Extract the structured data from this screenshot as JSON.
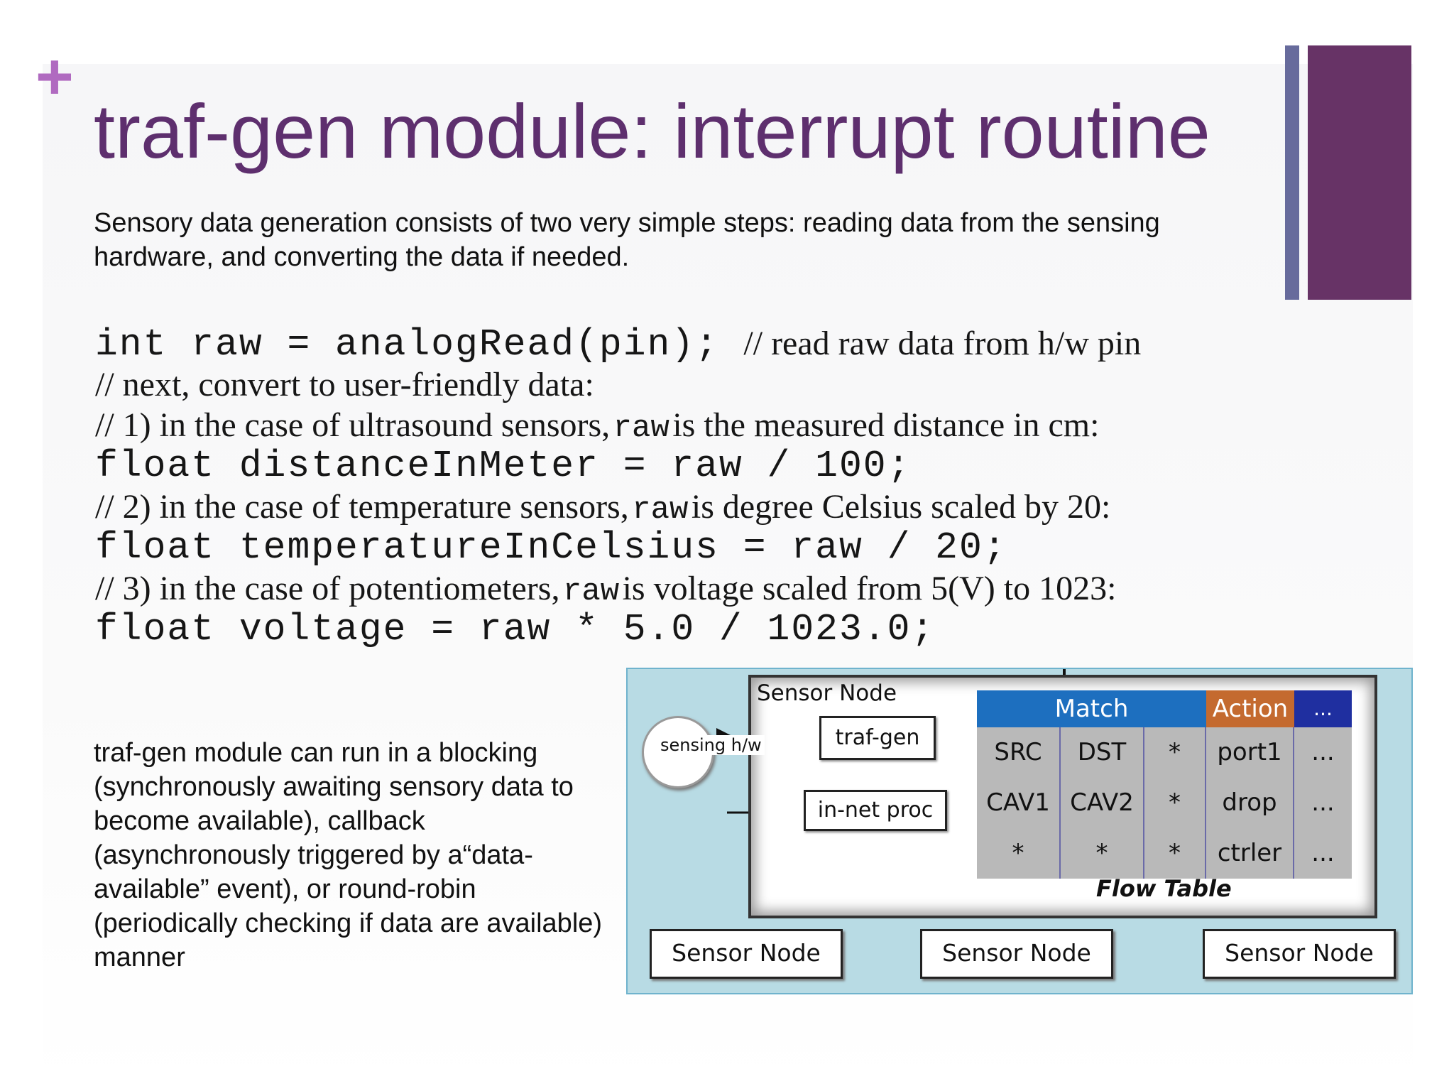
{
  "slide": {
    "plus_symbol": "+",
    "title": "traf-gen module:  interrupt routine",
    "intro": "Sensory data generation consists of two very simple steps: reading data from the sensing hardware, and converting the data if needed.",
    "colors": {
      "title": "#5e2f6e",
      "plus": "#b06ac0",
      "bar_thin": "#676b9c",
      "bar_thick": "#673366"
    }
  },
  "code": {
    "line1_code": "int raw = analogRead(pin);",
    "line1_comment": "// read raw data from h/w pin",
    "line2_comment": "// next, convert to user-friendly data:",
    "line3_comment_a": "// 1) in the case of ultrasound sensors,",
    "line3_code": "raw",
    "line3_comment_b": "is the measured distance in cm:",
    "line4_code": "float distanceInMeter = raw / 100;",
    "line5_comment_a": "// 2) in the case of temperature sensors,",
    "line5_code": "raw",
    "line5_comment_b": "is degree Celsius scaled by 20:",
    "line6_code": "float temperatureInCelsius = raw / 20;",
    "line7_comment_a": "// 3) in the case of potentiometers,",
    "line7_code": "raw",
    "line7_comment_b": "is voltage scaled from 5(V) to 1023:",
    "line8_code": "float voltage = raw * 5.0 / 1023.0;"
  },
  "left_text": "traf-gen module can run in a blocking (synchronously awaiting sensory data to become available), callback (asynchronously triggered by a“data-available” event), or round-robin (periodically checking if data are available) manner",
  "figure": {
    "node_title": "Sensor Node",
    "sensing": "sensing h/w",
    "traf_gen": "traf-gen",
    "in_net_proc": "in-net proc",
    "flow_table": {
      "header_match": "Match",
      "header_action": "Action",
      "header_more": "...",
      "rows": [
        {
          "src": "SRC",
          "dst": "DST",
          "other": "*",
          "action": "port1",
          "more": "..."
        },
        {
          "src": "CAV1",
          "dst": "CAV2",
          "other": "*",
          "action": "drop",
          "more": "..."
        },
        {
          "src": "*",
          "dst": "*",
          "other": "*",
          "action": "ctrler",
          "more": "..."
        }
      ],
      "caption": "Flow Table"
    },
    "bottom_nodes": [
      "Sensor Node",
      "Sensor Node",
      "Sensor Node"
    ],
    "colors": {
      "background": "#b8dbe4",
      "match": "#1d6fbf",
      "action": "#c46a2f",
      "more": "#1f2fa0",
      "cells": "#b9b9b9"
    }
  }
}
